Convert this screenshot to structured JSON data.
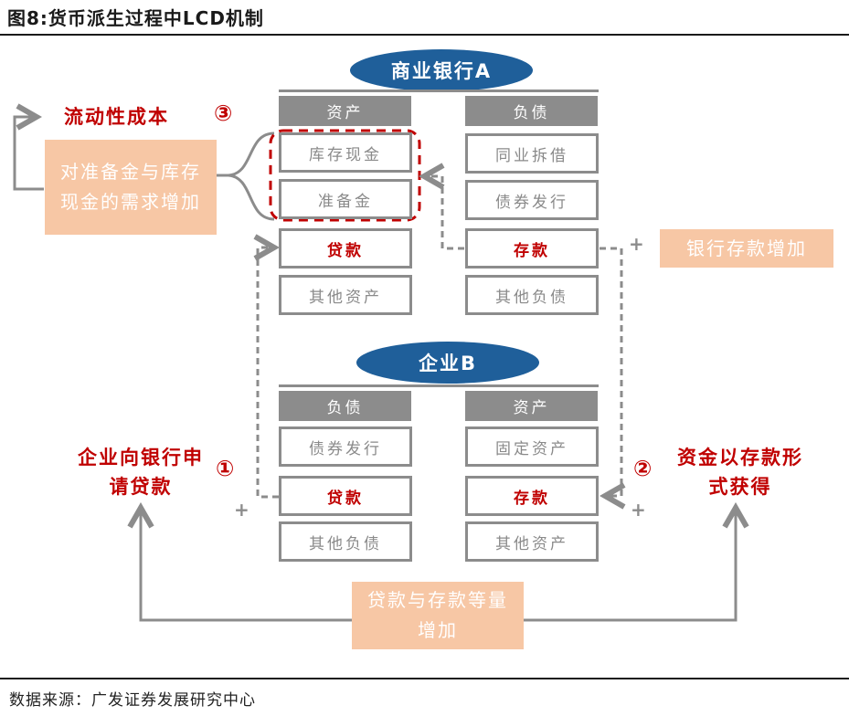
{
  "figure": {
    "title": "图8:货币派生过程中LCD机制",
    "source": "数据来源：广发证券发展研究中心"
  },
  "bank_a": {
    "name": "商业银行A",
    "assets_header": "资产",
    "liabilities_header": "负债",
    "assets": [
      "库存现金",
      "准备金",
      "贷款",
      "其他资产"
    ],
    "liabilities": [
      "同业拆借",
      "债券发行",
      "存款",
      "其他负债"
    ]
  },
  "firm_b": {
    "name": "企业B",
    "liabilities_header": "负债",
    "assets_header": "资产",
    "liabilities": [
      "债券发行",
      "贷款",
      "其他负债"
    ],
    "assets": [
      "固定资产",
      "存款",
      "其他资产"
    ]
  },
  "annotations": {
    "liquidity_cost": "流动性成本",
    "step3": "③",
    "reserve_demand": "对准备金与库存现金的需求增加",
    "bank_deposit_increase": "银行存款增加",
    "firm_apply_loan": "企业向银行申请贷款",
    "step1": "①",
    "step2": "②",
    "funds_as_deposit": "资金以存款形式获得",
    "equal_increase": "贷款与存款等量增加",
    "plus": "+"
  },
  "colors": {
    "ellipse": "#1f5f9a",
    "header_gray": "#8c8c8c",
    "accent_red": "#c00000",
    "peach": "#f7c7a5"
  }
}
